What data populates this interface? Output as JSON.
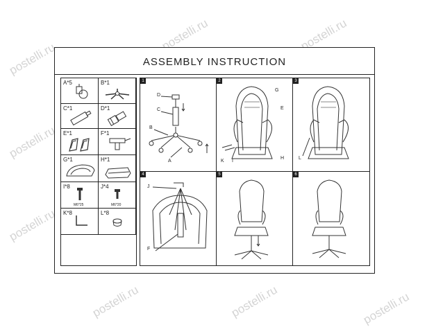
{
  "title": "ASSEMBLY INSTRUCTION",
  "watermark": "postelli.ru",
  "parts": [
    {
      "label": "A*5",
      "icon": "caster-wheel-icon"
    },
    {
      "label": "B*1",
      "icon": "star-base-icon"
    },
    {
      "label": "C*1",
      "icon": "gas-lift-icon"
    },
    {
      "label": "D*1",
      "icon": "gas-lift-cover-icon"
    },
    {
      "label": "E*1",
      "icon": "armrests-icon"
    },
    {
      "label": "F*1",
      "icon": "tilt-mechanism-icon"
    },
    {
      "label": "G*1",
      "icon": "backrest-icon"
    },
    {
      "label": "H*1",
      "icon": "seat-icon"
    },
    {
      "label": "I*8",
      "sub": "M6*25",
      "icon": "long-bolt-icon"
    },
    {
      "label": "J*4",
      "sub": "M6*20",
      "icon": "short-bolt-icon"
    },
    {
      "label": "K*8",
      "icon": "allen-key-icon"
    },
    {
      "label": "L*8",
      "icon": "cap-icon"
    }
  ],
  "steps": [
    {
      "number": "1",
      "callouts": [
        "D",
        "C",
        "B",
        "A"
      ]
    },
    {
      "number": "2",
      "callouts": [
        "G",
        "E",
        "K",
        "I",
        "H"
      ]
    },
    {
      "number": "3",
      "callouts": [
        "L"
      ]
    },
    {
      "number": "4",
      "callouts": [
        "J",
        "F"
      ]
    },
    {
      "number": "5",
      "callouts": []
    },
    {
      "number": "6",
      "callouts": []
    }
  ]
}
